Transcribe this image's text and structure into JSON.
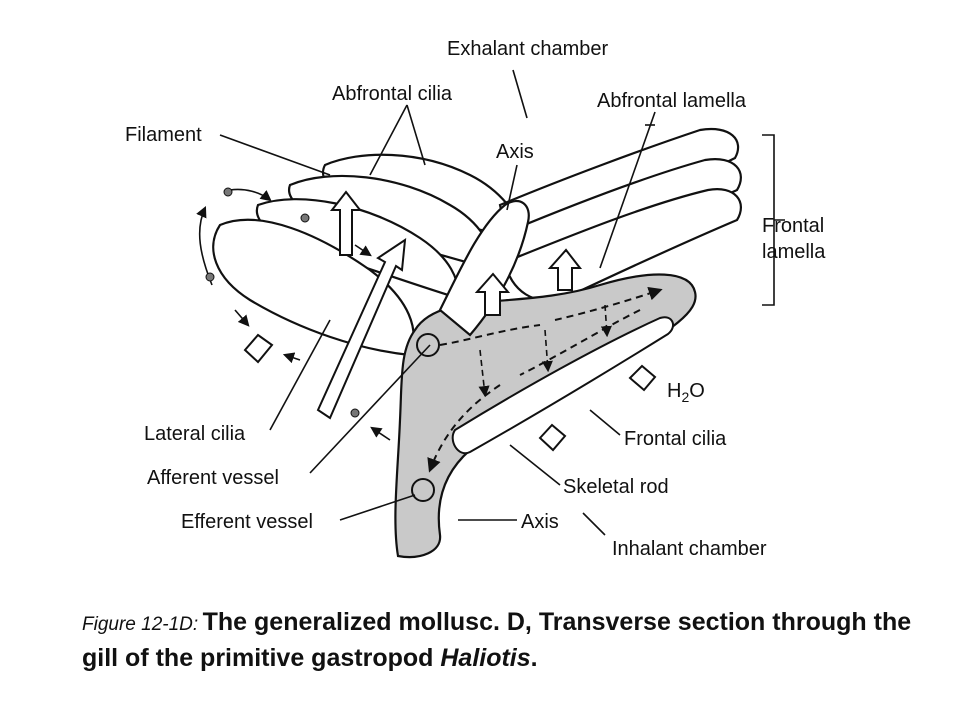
{
  "labels": {
    "exhalant_chamber": "Exhalant chamber",
    "abfrontal_cilia": "Abfrontal cilia",
    "abfrontal_lamella": "Abfrontal lamella",
    "filament": "Filament",
    "axis_top": "Axis",
    "frontal_lamella_1": "Frontal",
    "frontal_lamella_2": "lamella",
    "h2o_h": "H",
    "h2o_sub": "2",
    "h2o_o": "O",
    "lateral_cilia": "Lateral cilia",
    "frontal_cilia": "Frontal cilia",
    "afferent_vessel": "Afferent vessel",
    "skeletal_rod": "Skeletal rod",
    "efferent_vessel": "Efferent vessel",
    "axis_bottom": "Axis",
    "inhalant_chamber": "Inhalant chamber"
  },
  "caption": {
    "prefix": "Figure 12-1D:",
    "text": "The generalized mollusc.  D, Transverse section through the gill of the primitive gastropod ",
    "italic": "Haliotis",
    "tail": "."
  }
}
